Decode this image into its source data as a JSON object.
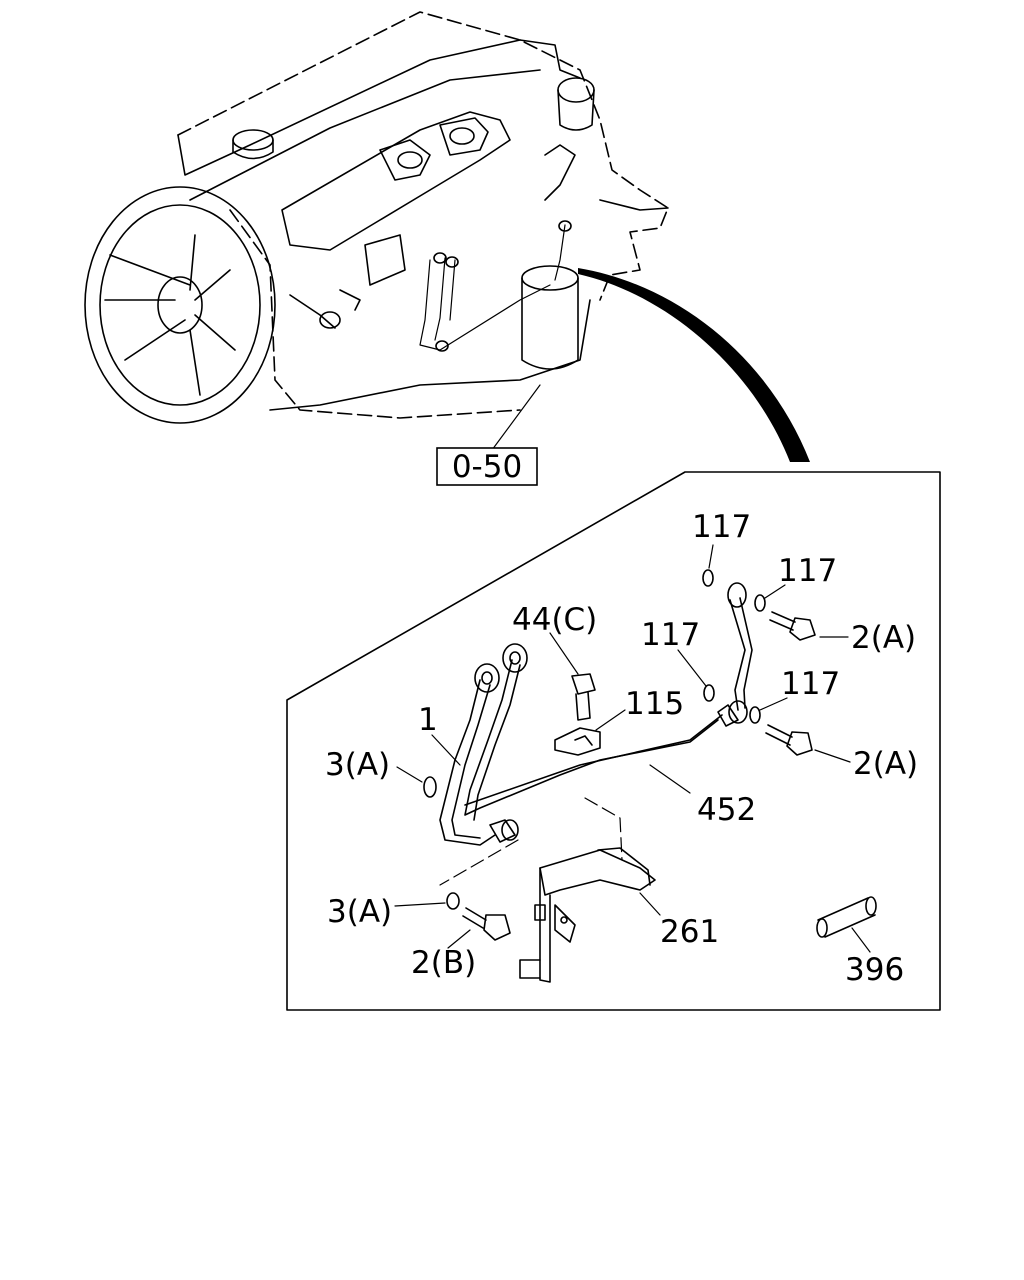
{
  "reference_box": {
    "label": "0-50"
  },
  "callouts": {
    "p117_top": "117",
    "p117_right_upper": "117",
    "p117_mid": "117",
    "p117_right_lower": "117",
    "p2A_upper": "2(A)",
    "p2A_lower": "2(A)",
    "p44C": "44(C)",
    "p115": "115",
    "p1": "1",
    "p3A_upper": "3(A)",
    "p452": "452",
    "p3A_lower": "3(A)",
    "p2B": "2(B)",
    "p261": "261",
    "p396": "396"
  }
}
